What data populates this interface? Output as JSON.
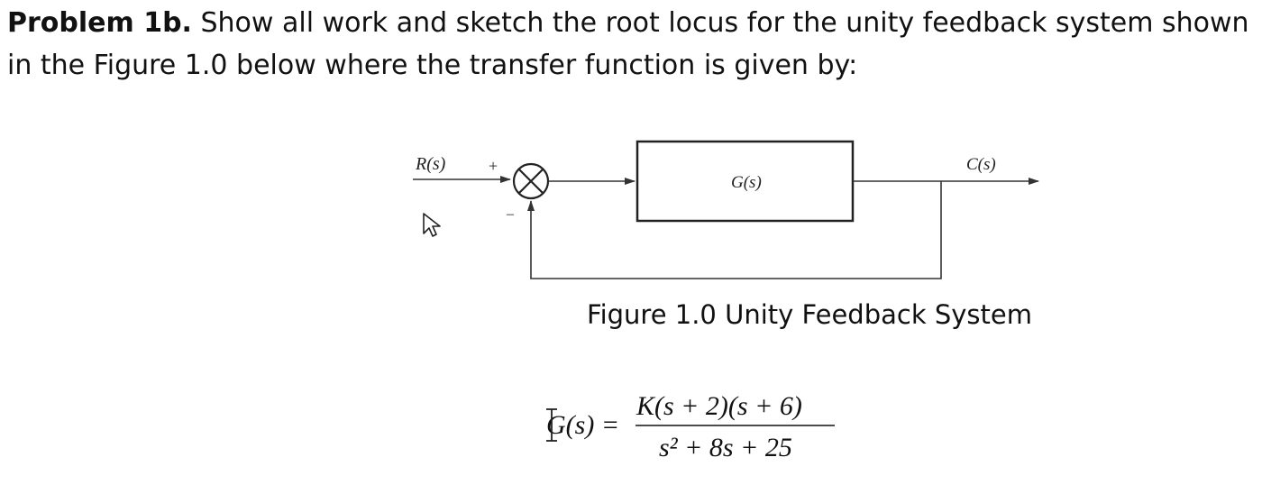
{
  "problem": {
    "label": "Problem 1b.",
    "text": " Show all work and sketch the root locus for the unity feedback system shown in the Figure 1.0 below where the transfer function is given by:"
  },
  "diagram": {
    "input_label": "R(s)",
    "plus_sign": "+",
    "minus_sign": "–",
    "block_label": "G(s)",
    "output_label": "C(s)"
  },
  "figure_caption": "Figure 1.0 Unity Feedback System",
  "transfer_function": {
    "lhs": "G(s) =",
    "numerator": "K(s + 2)(s + 6)",
    "denominator": "s² + 8s + 25"
  },
  "icons": {
    "cursor": "mouse-pointer-icon",
    "text_cursor": "text-cursor-icon"
  }
}
